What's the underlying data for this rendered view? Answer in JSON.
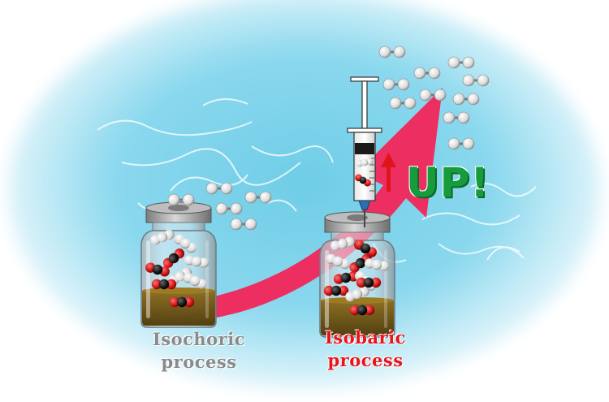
{
  "labels": {
    "isochoric": [
      "Isochoric",
      "process"
    ],
    "isobaric": [
      "Isobaric",
      "process"
    ],
    "up": "UP!"
  },
  "colors": {
    "background_water": "#7fd4ec",
    "arrow": "#f0285a",
    "isochoric_text": "#8a8a8a",
    "isobaric_text": "#e8141b",
    "up_text": "#169c3c",
    "liquid": "#6b4f10",
    "up_arrow": "#e0141b"
  },
  "icons": [
    "h2-molecule-icon",
    "co2-molecule-icon",
    "vial-icon",
    "syringe-icon",
    "up-arrow-icon",
    "curved-arrow-icon"
  ]
}
